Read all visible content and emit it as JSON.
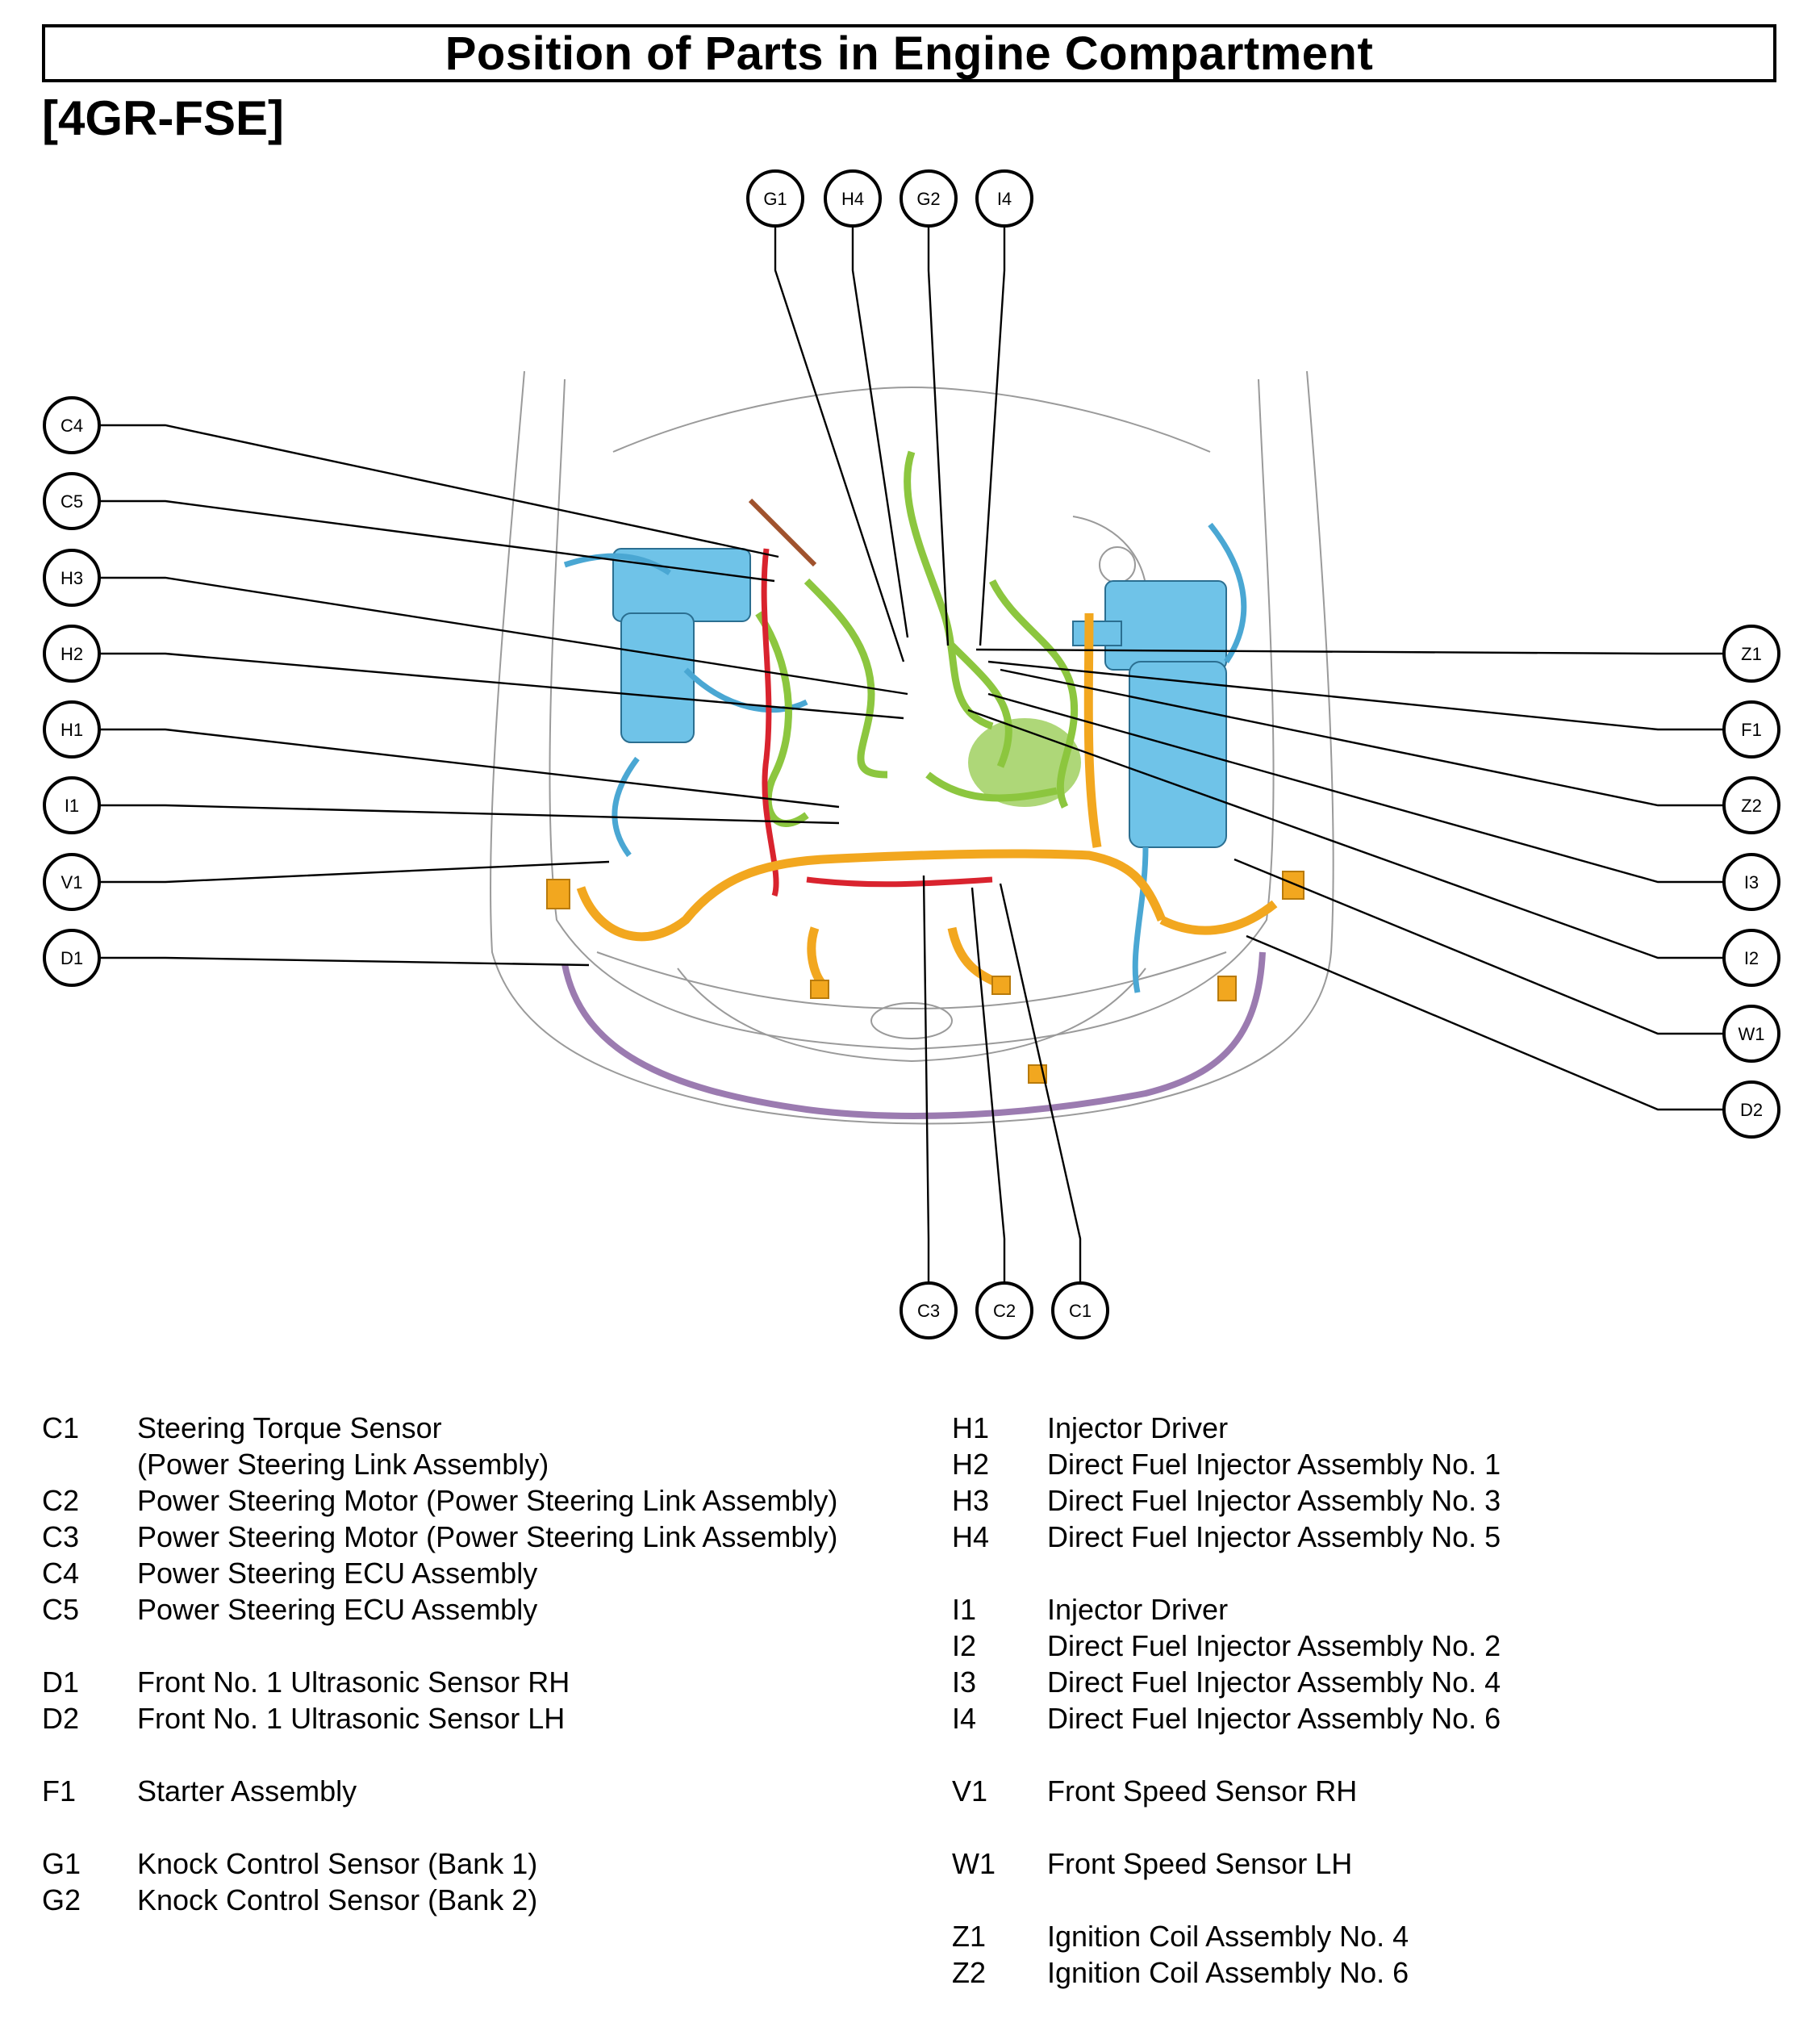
{
  "title": "Position of Parts in Engine Compartment",
  "subtitle": "[4GR-FSE]",
  "callouts": [
    {
      "id": "G1"
    },
    {
      "id": "H4"
    },
    {
      "id": "G2"
    },
    {
      "id": "I4"
    },
    {
      "id": "C4"
    },
    {
      "id": "C5"
    },
    {
      "id": "H3"
    },
    {
      "id": "H2"
    },
    {
      "id": "H1"
    },
    {
      "id": "I1"
    },
    {
      "id": "V1"
    },
    {
      "id": "D1"
    },
    {
      "id": "Z1"
    },
    {
      "id": "F1"
    },
    {
      "id": "Z2"
    },
    {
      "id": "I3"
    },
    {
      "id": "I2"
    },
    {
      "id": "W1"
    },
    {
      "id": "D2"
    },
    {
      "id": "C3"
    },
    {
      "id": "C2"
    },
    {
      "id": "C1"
    }
  ],
  "legend_left": [
    {
      "code": "C1",
      "desc": "Steering Torque Sensor"
    },
    {
      "code": "",
      "desc": "(Power Steering Link Assembly)"
    },
    {
      "code": "C2",
      "desc": "Power Steering Motor (Power Steering Link Assembly)"
    },
    {
      "code": "C3",
      "desc": "Power Steering Motor (Power Steering Link Assembly)"
    },
    {
      "code": "C4",
      "desc": "Power Steering ECU Assembly"
    },
    {
      "code": "C5",
      "desc": "Power Steering ECU Assembly"
    },
    {
      "gap": true
    },
    {
      "code": "D1",
      "desc": "Front No. 1 Ultrasonic Sensor RH"
    },
    {
      "code": "D2",
      "desc": "Front No. 1 Ultrasonic Sensor LH"
    },
    {
      "gap": true
    },
    {
      "code": "F1",
      "desc": "Starter Assembly"
    },
    {
      "gap": true
    },
    {
      "code": "G1",
      "desc": "Knock Control Sensor (Bank 1)"
    },
    {
      "code": "G2",
      "desc": "Knock Control Sensor (Bank 2)"
    }
  ],
  "legend_right": [
    {
      "code": "H1",
      "desc": "Injector Driver"
    },
    {
      "code": "H2",
      "desc": "Direct Fuel Injector Assembly No. 1"
    },
    {
      "code": "H3",
      "desc": "Direct Fuel Injector Assembly No. 3"
    },
    {
      "code": "H4",
      "desc": "Direct Fuel Injector Assembly No. 5"
    },
    {
      "gap": true
    },
    {
      "code": "I1",
      "desc": "Injector Driver"
    },
    {
      "code": "I2",
      "desc": "Direct Fuel Injector Assembly No. 2"
    },
    {
      "code": "I3",
      "desc": "Direct Fuel Injector Assembly No. 4"
    },
    {
      "code": "I4",
      "desc": "Direct Fuel Injector Assembly No. 6"
    },
    {
      "gap": true
    },
    {
      "code": "V1",
      "desc": "Front Speed Sensor RH"
    },
    {
      "gap": true
    },
    {
      "code": "W1",
      "desc": "Front Speed Sensor LH"
    },
    {
      "gap": true
    },
    {
      "code": "Z1",
      "desc": "Ignition Coil Assembly No. 4"
    },
    {
      "code": "Z2",
      "desc": "Ignition Coil Assembly No. 6"
    }
  ],
  "colors": {
    "harness_orange": "#f2a71f",
    "harness_green": "#8cc63f",
    "harness_blue": "#6fc3e8",
    "harness_red": "#d9232e",
    "harness_purple": "#9b7bb0",
    "harness_brown": "#a0522d",
    "outline": "#888888"
  }
}
